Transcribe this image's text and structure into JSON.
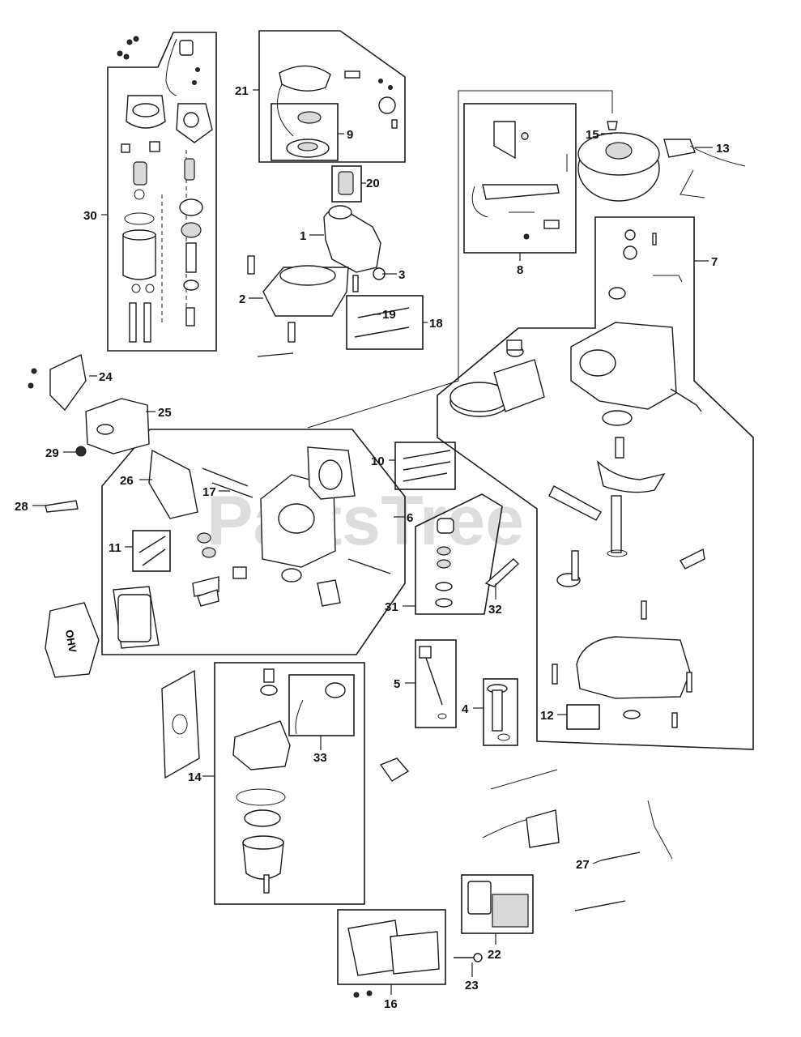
{
  "watermark": "PartsTree",
  "callouts": {
    "c1": "1",
    "c2": "2",
    "c3": "3",
    "c4": "4",
    "c5": "5",
    "c6": "6",
    "c7": "7",
    "c8": "8",
    "c9": "9",
    "c10": "10",
    "c11": "11",
    "c12": "12",
    "c13": "13",
    "c14": "14",
    "c15": "15",
    "c16": "16",
    "c17": "17",
    "c18": "18",
    "c19": "19",
    "c20": "20",
    "c21": "21",
    "c22": "22",
    "c23": "23",
    "c24": "24",
    "c25": "25",
    "c26": "26",
    "c27": "27",
    "c28": "28",
    "c29": "29",
    "c30": "30",
    "c31": "31",
    "c32": "32",
    "c33": "33"
  },
  "valve_cover_marking": "OHV"
}
